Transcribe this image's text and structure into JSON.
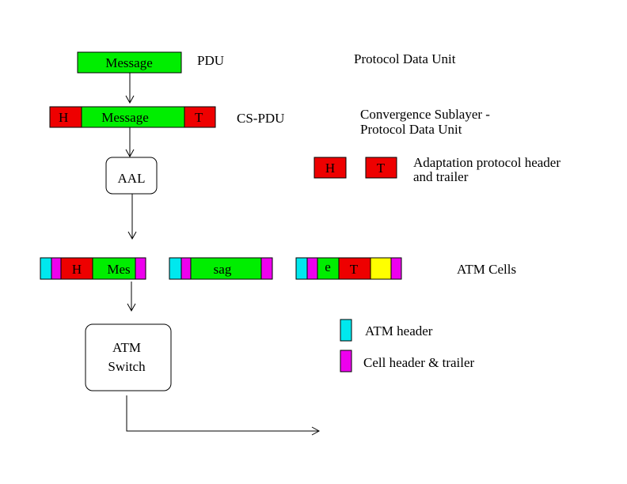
{
  "colors": {
    "payload": "#00ee00",
    "header_trailer": "#ee0000",
    "atm_header": "#00e8ee",
    "cell_header_trailer": "#ee00ee",
    "padding": "#ffff00"
  },
  "pdu": {
    "box_label": "Message",
    "short_label": "PDU",
    "description": "Protocol Data Unit"
  },
  "cs_pdu": {
    "header_label": "H",
    "body_label": "Message",
    "trailer_label": "T",
    "short_label": "CS-PDU",
    "description_line1": "Convergence Sublayer -",
    "description_line2": "Protocol Data Unit"
  },
  "aal": {
    "label": "AAL"
  },
  "adaptation_legend": {
    "header_label": "H",
    "trailer_label": "T",
    "description_line1": "Adaptation protocol header",
    "description_line2": "and trailer"
  },
  "cells": {
    "cell1_header_label": "H",
    "cell1_payload_label": "Mes",
    "cell2_payload_label": "sag",
    "cell3_payload_label": "e",
    "cell3_trailer_label": "T",
    "label": "ATM Cells"
  },
  "switch": {
    "line1": "ATM",
    "line2": "Switch"
  },
  "legend": {
    "atm_header_label": "ATM header",
    "cell_header_trailer_label": "Cell header & trailer"
  }
}
